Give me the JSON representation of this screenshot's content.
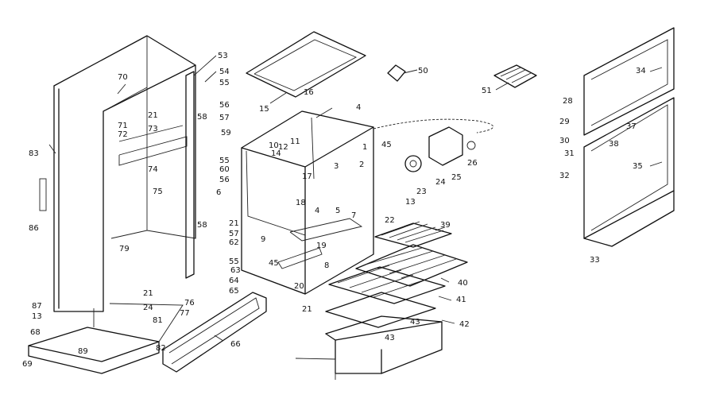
{
  "diagram": {
    "callouts": [
      {
        "id": "c70",
        "text": "70"
      },
      {
        "id": "c71",
        "text": "71"
      },
      {
        "id": "c72",
        "text": "72"
      },
      {
        "id": "c73",
        "text": "73"
      },
      {
        "id": "c74",
        "text": "74"
      },
      {
        "id": "c75",
        "text": "75"
      },
      {
        "id": "c79",
        "text": "79"
      },
      {
        "id": "c83",
        "text": "83"
      },
      {
        "id": "c86",
        "text": "86"
      },
      {
        "id": "c87",
        "text": "87"
      },
      {
        "id": "c13a",
        "text": "13"
      },
      {
        "id": "c68",
        "text": "68"
      },
      {
        "id": "c69",
        "text": "69"
      },
      {
        "id": "c89",
        "text": "89"
      },
      {
        "id": "c21a",
        "text": "21"
      },
      {
        "id": "c21b",
        "text": "21"
      },
      {
        "id": "c24a",
        "text": "24"
      },
      {
        "id": "c81",
        "text": "81"
      },
      {
        "id": "c82",
        "text": "82"
      },
      {
        "id": "c77",
        "text": "77"
      },
      {
        "id": "c76",
        "text": "76"
      },
      {
        "id": "c53",
        "text": "53"
      },
      {
        "id": "c54",
        "text": "54"
      },
      {
        "id": "c55a",
        "text": "55"
      },
      {
        "id": "c56a",
        "text": "56"
      },
      {
        "id": "c57a",
        "text": "57"
      },
      {
        "id": "c58a",
        "text": "58"
      },
      {
        "id": "c59",
        "text": "59"
      },
      {
        "id": "c55b",
        "text": "55"
      },
      {
        "id": "c60",
        "text": "60"
      },
      {
        "id": "c56b",
        "text": "56"
      },
      {
        "id": "c6",
        "text": "6"
      },
      {
        "id": "c21c",
        "text": "21"
      },
      {
        "id": "c58b",
        "text": "58"
      },
      {
        "id": "c57b",
        "text": "57"
      },
      {
        "id": "c62",
        "text": "62"
      },
      {
        "id": "c55c",
        "text": "55"
      },
      {
        "id": "c63",
        "text": "63"
      },
      {
        "id": "c64",
        "text": "64"
      },
      {
        "id": "c65",
        "text": "65"
      },
      {
        "id": "c66",
        "text": "66"
      },
      {
        "id": "c15",
        "text": "15"
      },
      {
        "id": "c16",
        "text": "16"
      },
      {
        "id": "c4",
        "text": "4"
      },
      {
        "id": "c10",
        "text": "10"
      },
      {
        "id": "c14",
        "text": "14"
      },
      {
        "id": "c12",
        "text": "12"
      },
      {
        "id": "c11",
        "text": "11"
      },
      {
        "id": "c17",
        "text": "17"
      },
      {
        "id": "c3",
        "text": "3"
      },
      {
        "id": "c2",
        "text": "2"
      },
      {
        "id": "c1",
        "text": "1"
      },
      {
        "id": "c45a",
        "text": "45"
      },
      {
        "id": "c4b",
        "text": "4"
      },
      {
        "id": "c18",
        "text": "18"
      },
      {
        "id": "c5",
        "text": "5"
      },
      {
        "id": "c7",
        "text": "7"
      },
      {
        "id": "c9",
        "text": "9"
      },
      {
        "id": "c19",
        "text": "19"
      },
      {
        "id": "c8",
        "text": "8"
      },
      {
        "id": "c45b",
        "text": "45"
      },
      {
        "id": "c20",
        "text": "20"
      },
      {
        "id": "c21d",
        "text": "21"
      },
      {
        "id": "c22",
        "text": "22"
      },
      {
        "id": "c13b",
        "text": "13"
      },
      {
        "id": "c50",
        "text": "50"
      },
      {
        "id": "c51",
        "text": "51"
      },
      {
        "id": "c23",
        "text": "23"
      },
      {
        "id": "c24b",
        "text": "24"
      },
      {
        "id": "c25",
        "text": "25"
      },
      {
        "id": "c26",
        "text": "26"
      },
      {
        "id": "c39",
        "text": "39"
      },
      {
        "id": "c40",
        "text": "40"
      },
      {
        "id": "c41",
        "text": "41"
      },
      {
        "id": "c42",
        "text": "42"
      },
      {
        "id": "c43a",
        "text": "43"
      },
      {
        "id": "c43b",
        "text": "43"
      },
      {
        "id": "c34",
        "text": "34"
      },
      {
        "id": "c28",
        "text": "28"
      },
      {
        "id": "c29",
        "text": "29"
      },
      {
        "id": "c30",
        "text": "30"
      },
      {
        "id": "c31",
        "text": "31"
      },
      {
        "id": "c37",
        "text": "37"
      },
      {
        "id": "c38",
        "text": "38"
      },
      {
        "id": "c35",
        "text": "35"
      },
      {
        "id": "c32",
        "text": "32"
      },
      {
        "id": "c33",
        "text": "33"
      }
    ]
  }
}
